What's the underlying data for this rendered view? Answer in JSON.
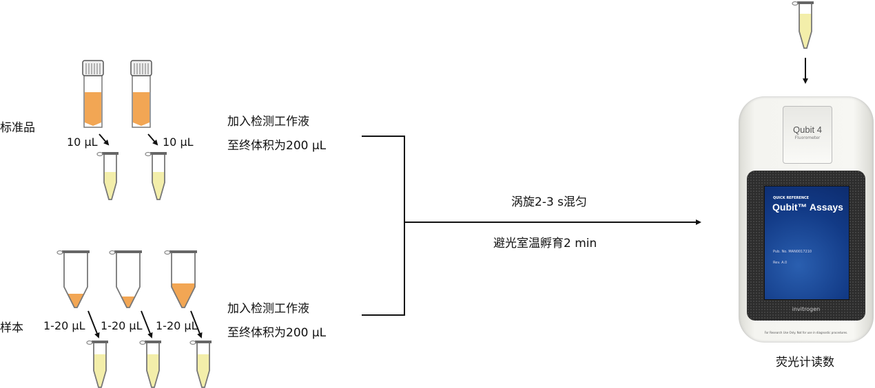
{
  "standards": {
    "label": "标准品",
    "volume_labels": [
      "10 μL",
      "10 μL"
    ]
  },
  "samples": {
    "label": "样本",
    "volume_labels": [
      "1-20 μL",
      "1-20 μL",
      "1-20 μL"
    ]
  },
  "step_add": {
    "line1": "加入检测工作液",
    "line2": "至终体积为200 μL"
  },
  "step_add_2": {
    "line1": "加入检测工作液",
    "line2": "至终体积为200 μL"
  },
  "step_mix": {
    "line1": "涡旋2-3 s混匀",
    "line2": "避光室温孵育2 min"
  },
  "device": {
    "brand": "Qubit 4",
    "subtitle": "Fluorometer",
    "screen_header": "QUICK REFERENCE",
    "screen_title": "Qubit™ Assays",
    "pub_no": "Pub. No. MAN0017210",
    "rev": "Rev. A.0",
    "maker": "invitrogen",
    "footer": "For Research Use Only. Not for use in diagnostic procedures.",
    "caption": "荧光计读数"
  },
  "colors": {
    "orange": "#f2a654",
    "yellow": "#f3eeaa",
    "tube_outline": "#777777",
    "arrow": "#111111"
  }
}
